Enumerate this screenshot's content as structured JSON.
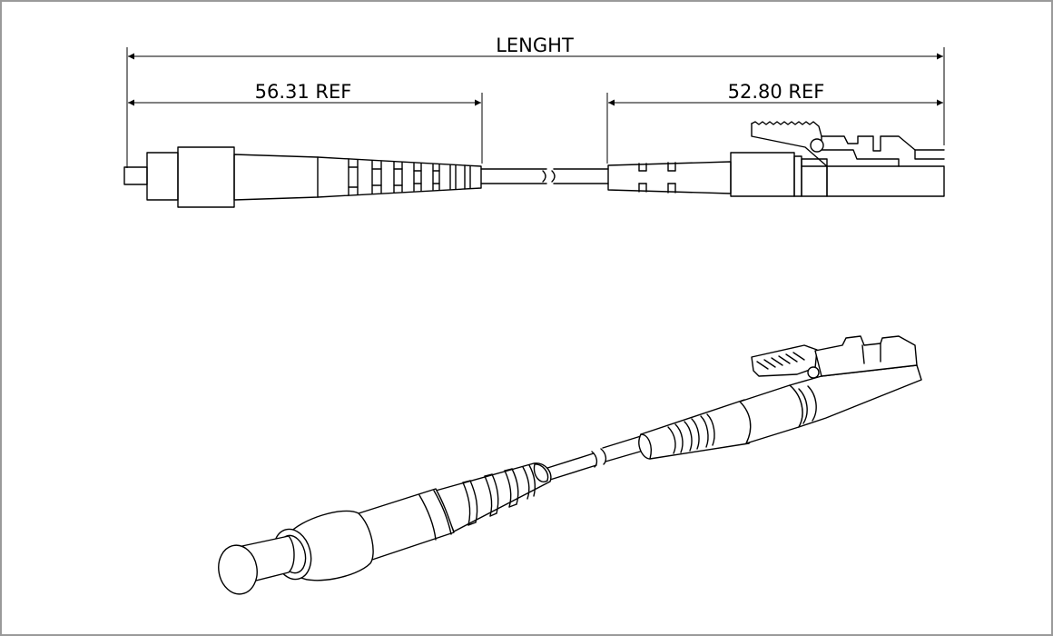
{
  "dimensions": {
    "overall_label": "LENGHT",
    "left_label": "56.31 REF",
    "right_label": "52.80 REF"
  },
  "colors": {
    "line": "#000000",
    "frame": "#9a9a9a",
    "background": "#ffffff"
  }
}
